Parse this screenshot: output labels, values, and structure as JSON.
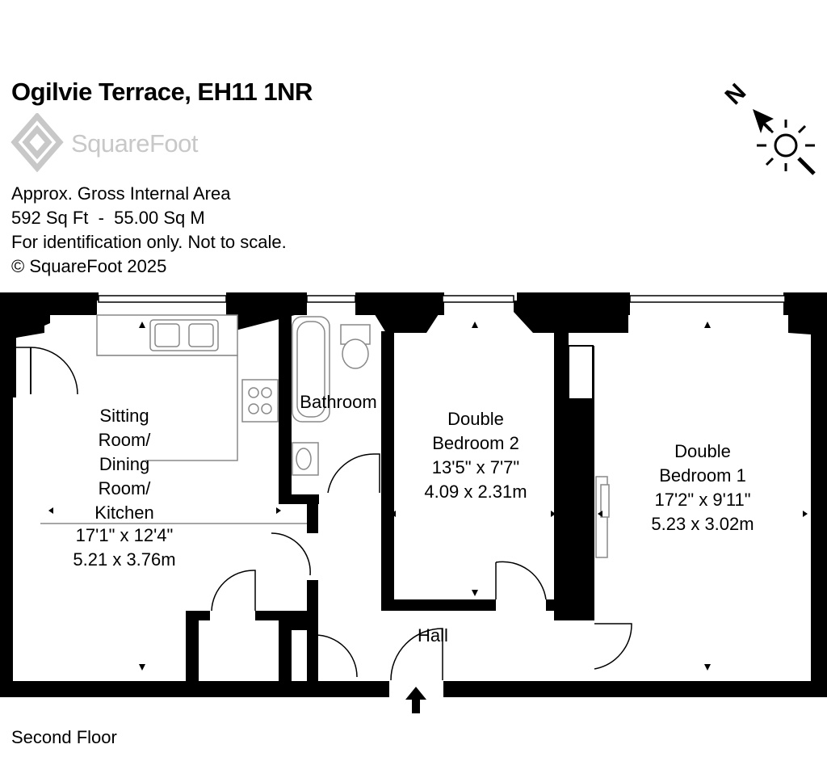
{
  "header": {
    "title": "Ogilvie Terrace, EH11 1NR",
    "brand": "SquareFoot",
    "area_caption": "Approx. Gross Internal Area",
    "area_values": "592 Sq Ft  -  55.00 Sq M",
    "disclaimer": "For identification only. Not to scale.",
    "copyright": "© SquareFoot 2025"
  },
  "compass": {
    "north_label": "N",
    "icon": "sun-icon"
  },
  "rooms": {
    "sitting": {
      "line1": "Sitting",
      "line2": "Room/",
      "line3": "Dining",
      "line4": "Room/",
      "line5": "Kitchen",
      "dims_imperial": "17'1\" x 12'4\"",
      "dims_metric": "5.21 x 3.76m"
    },
    "bathroom": {
      "name": "Bathroom"
    },
    "bedroom2": {
      "line1": "Double",
      "line2": "Bedroom 2",
      "dims_imperial": "13'5\" x 7'7\"",
      "dims_metric": "4.09 x 2.31m"
    },
    "bedroom1": {
      "line1": "Double",
      "line2": "Bedroom 1",
      "dims_imperial": "17'2\" x 9'11\"",
      "dims_metric": "5.23 x 3.02m"
    },
    "hall": {
      "name": "Hall"
    }
  },
  "floor": {
    "label": "Second Floor"
  },
  "colors": {
    "wall": "#000000",
    "fixture": "#999999",
    "brand_grey": "#c8c8c8"
  }
}
